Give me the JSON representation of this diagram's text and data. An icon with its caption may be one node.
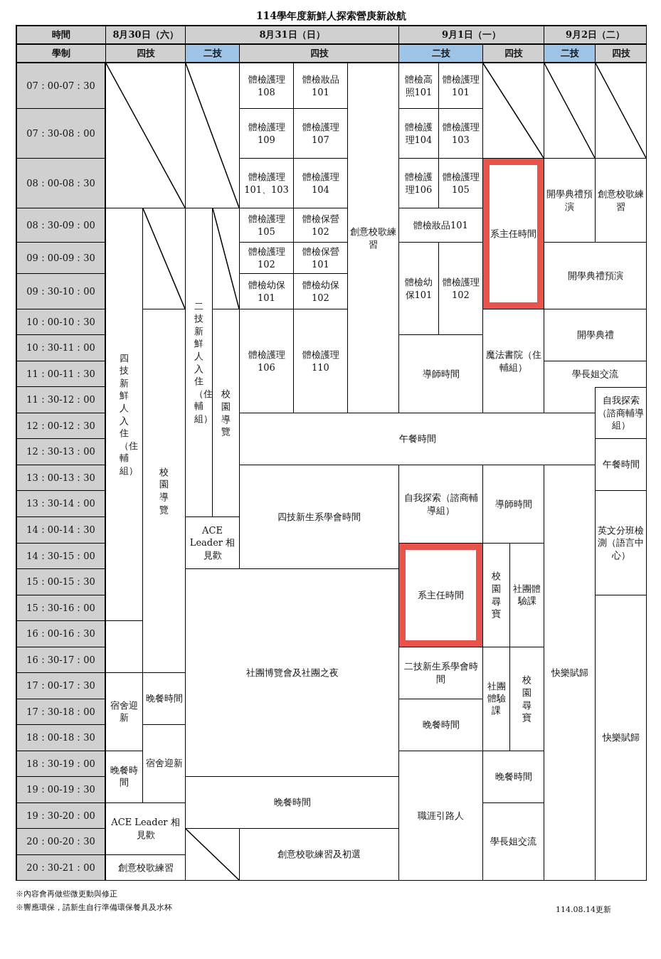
{
  "diagram": {
    "title": "114學年度新鮮人探索營庚新啟航",
    "labels": [
      "時間",
      "8月30日（六）",
      "8月31日（日）",
      "9月1日（一）",
      "9月2日（二）",
      "學制",
      "四技",
      "二技",
      "四技",
      "二技",
      "四技",
      "二技",
      "四技",
      "07：00-07：30",
      "體檢護理108",
      "體檢妝品101",
      "創意校歌練習",
      "體檢高照101",
      "體檢護理101",
      "07：30-08：00",
      "體檢護理109",
      "體檢護理107",
      "體檢護理104",
      "體檢護理103",
      "08：00-08：30",
      "體檢護理101、103",
      "體檢護理104",
      "體檢護理106",
      "體檢護理105",
      "系主任時間",
      "開學典禮預演",
      "創意校歌練習",
      "08：30-09：00",
      "四技新鮮人入住（住輔組）",
      "二技新鮮人入住（住輔組）",
      "體檢護理105",
      "體檢保營102",
      "體檢妝品101",
      "09：00-09：30",
      "體檢護理102",
      "體檢保營101",
      "體檢幼保101",
      "體檢護理102",
      "開學典禮預演",
      "09：30-10：00",
      "體檢幼保101",
      "體檢幼保102",
      "10：00-10：30",
      "校園導覽",
      "校園導覽",
      "體檢護理106",
      "體檢護理110",
      "魔法書院（住輔組）",
      "開學典禮",
      "10：30-11：00",
      "11：00-11：30",
      "導師時間",
      "學長姐交流",
      "11：30-12：00",
      "自我探索（諮商輔導組）",
      "12：00-12：30",
      "午餐時間",
      "12：30-13：00",
      "午餐時間",
      "13：00-13：30",
      "四技新生系學會時間",
      "自我探索（諮商輔導組）",
      "導師時間",
      "快樂賦歸",
      "13：30-14：00",
      "英文分班檢測（語言中心）",
      "14：00-14：30",
      "ACE Leader 相見歡",
      "14：30-15：00",
      "系主任時間",
      "校園尋寶",
      "社團體驗課",
      "15：00-15：30",
      "社團博覽會及社團之夜",
      "15：30-16：00",
      "快樂賦歸",
      "16：00-16：30",
      "16：30-17：00",
      "二技新生系學會時間",
      "社團體驗課",
      "校園尋寶",
      "17：00-17：30",
      "宿舍迎新",
      "晚餐時間",
      "17：30-18：00",
      "晚餐時間",
      "18：00-18：30",
      "18：30-19：00",
      "宿舍迎新",
      "晚餐時間",
      "職涯引路人",
      "晚餐時間",
      "19：00-19：30",
      "晚餐時間",
      "19：30-20：00",
      "ACE Leader 相見歡",
      "20：00-20：30",
      "學長姐交流",
      "創意校歌練習及初選",
      "20：30-21：00",
      "創意校歌練習",
      "※內容會再做些微更動與修正",
      "※響應環保，請新生自行準備環保餐具及水杯",
      "114.08.14更新"
    ]
  }
}
